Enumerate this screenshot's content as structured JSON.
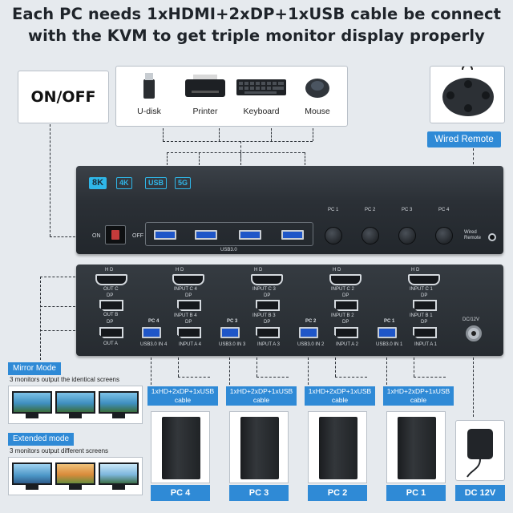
{
  "headline": {
    "line1": "Each PC needs 1xHDMI+2xDP+1xUSB cable be connect",
    "line2": "with the KVM to get triple monitor display properly"
  },
  "power_switch_label": "ON/OFF",
  "peripherals": [
    {
      "label": "U-disk",
      "icon": "usb-drive-icon"
    },
    {
      "label": "Printer",
      "icon": "printer-icon"
    },
    {
      "label": "Keyboard",
      "icon": "keyboard-icon"
    },
    {
      "label": "Mouse",
      "icon": "mouse-icon"
    }
  ],
  "wired_remote_label": "Wired Remote",
  "front_panel": {
    "badges": [
      "8K",
      "4K",
      "USB",
      "5G"
    ],
    "on_label": "ON",
    "off_label": "OFF",
    "usb_label": "USB3.0",
    "pc_buttons": [
      "PC 1",
      "PC 2",
      "PC 3",
      "PC 4"
    ],
    "wired_remote_port_label": "Wired Remote"
  },
  "back_panel": {
    "output_group": {
      "hd": "H D",
      "out_c": "OUT C",
      "dp1": "DP",
      "out_b": "OUT B",
      "dp2": "DP",
      "out_a": "OUT A"
    },
    "input_groups": [
      {
        "pc": "PC 4",
        "hd": "H D",
        "in_c": "INPUT C 4",
        "dp1": "DP",
        "in_b": "INPUT B 4",
        "dp2": "DP",
        "usb": "USB3.0 IN 4",
        "in_a": "INPUT A 4"
      },
      {
        "pc": "PC 3",
        "hd": "H D",
        "in_c": "INPUT C 3",
        "dp1": "DP",
        "in_b": "INPUT B 3",
        "dp2": "DP",
        "usb": "USB3.0 IN 3",
        "in_a": "INPUT A 3"
      },
      {
        "pc": "PC 2",
        "hd": "H D",
        "in_c": "INPUT C 2",
        "dp1": "DP",
        "in_b": "INPUT B 2",
        "dp2": "DP",
        "usb": "USB3.0 IN 2",
        "in_a": "INPUT A 2"
      },
      {
        "pc": "PC 1",
        "hd": "H D",
        "in_c": "INPUT C 1",
        "dp1": "DP",
        "in_b": "INPUT B 1",
        "dp2": "DP",
        "usb": "USB3.0 IN 1",
        "in_a": "INPUT A 1"
      }
    ],
    "dc_label": "DC/12V"
  },
  "mirror_mode": {
    "title": "Mirror Mode",
    "desc": "3 monitors output the identical screens"
  },
  "extended_mode": {
    "title": "Extended mode",
    "desc": "3 monitors output different screens"
  },
  "cable_label": "1xHD+2xDP+1xUSB cable",
  "pcs": [
    "PC 4",
    "PC 3",
    "PC 2",
    "PC 1"
  ],
  "dc_adapter_label": "DC 12V",
  "colors": {
    "accent": "#2f8ad6",
    "badge": "#2fb6e8",
    "usb_port": "#1f56c8",
    "device_body": "#2b3036"
  }
}
